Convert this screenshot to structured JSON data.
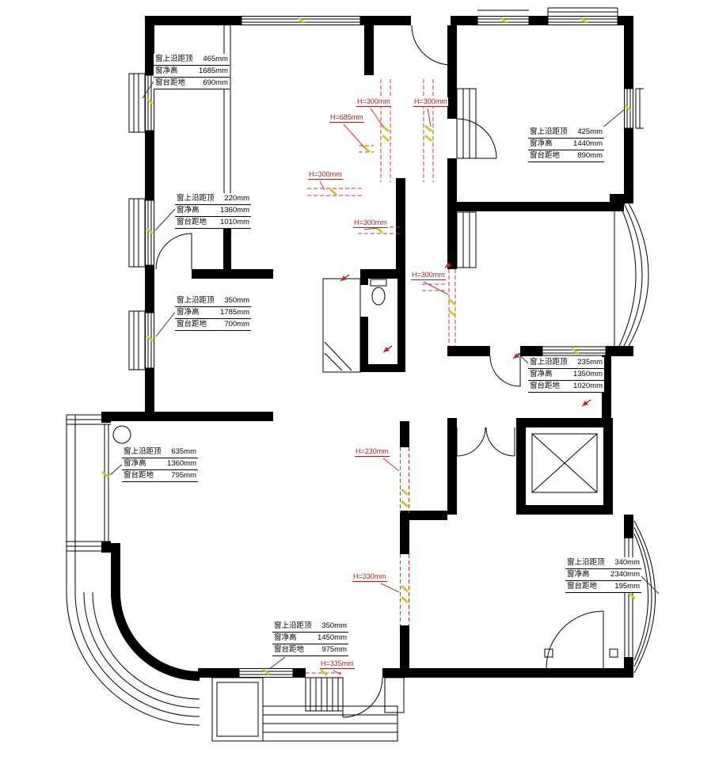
{
  "colors": {
    "wall": "#000000",
    "beam_dash": "#cc3333",
    "beam_label_text": "#9b1f1f",
    "highlight_tick": "#c9c929"
  },
  "window_annotations": [
    {
      "id": "top-left",
      "rows": [
        {
          "label": "窗上沿距顶",
          "value": "465mm"
        },
        {
          "label": "窗净高",
          "value": "1685mm"
        },
        {
          "label": "窗台距地",
          "value": "690mm"
        }
      ]
    },
    {
      "id": "left-upper",
      "rows": [
        {
          "label": "窗上沿距顶",
          "value": "220mm"
        },
        {
          "label": "窗净高",
          "value": "1360mm"
        },
        {
          "label": "窗台距地",
          "value": "1010mm"
        }
      ]
    },
    {
      "id": "left-middle",
      "rows": [
        {
          "label": "窗上沿距顶",
          "value": "350mm"
        },
        {
          "label": "窗净高",
          "value": "1785mm"
        },
        {
          "label": "窗台距地",
          "value": "700mm"
        }
      ]
    },
    {
      "id": "left-lower",
      "rows": [
        {
          "label": "窗上沿距顶",
          "value": "635mm"
        },
        {
          "label": "窗净高",
          "value": "1360mm"
        },
        {
          "label": "窗台距地",
          "value": "795mm"
        }
      ]
    },
    {
      "id": "top-right",
      "rows": [
        {
          "label": "窗上沿距顶",
          "value": "425mm"
        },
        {
          "label": "窗净高",
          "value": "1440mm"
        },
        {
          "label": "窗台距地",
          "value": "890mm"
        }
      ]
    },
    {
      "id": "right-middle",
      "rows": [
        {
          "label": "窗上沿距顶",
          "value": "235mm"
        },
        {
          "label": "窗净高",
          "value": "1350mm"
        },
        {
          "label": "窗台距地",
          "value": "1020mm"
        }
      ]
    },
    {
      "id": "bottom-right",
      "rows": [
        {
          "label": "窗上沿距顶",
          "value": "340mm"
        },
        {
          "label": "窗净高",
          "value": "2340mm"
        },
        {
          "label": "窗台距地",
          "value": "195mm"
        }
      ]
    },
    {
      "id": "bottom-center",
      "rows": [
        {
          "label": "窗上沿距顶",
          "value": "350mm"
        },
        {
          "label": "窗净高",
          "value": "1450mm"
        },
        {
          "label": "窗台距地",
          "value": "975mm"
        }
      ]
    }
  ],
  "beam_labels": [
    {
      "id": "entry-left",
      "text": "H=300mm"
    },
    {
      "id": "entry-right",
      "text": "H=300mm"
    },
    {
      "id": "entry-beam",
      "text": "H=685mm"
    },
    {
      "id": "mid-left",
      "text": "H=300mm"
    },
    {
      "id": "mid-center",
      "text": "H=300mm"
    },
    {
      "id": "mid-right",
      "text": "H=300mm"
    },
    {
      "id": "living-pass",
      "text": "H=230mm"
    },
    {
      "id": "south-pass",
      "text": "H=330mm"
    },
    {
      "id": "stair-beam",
      "text": "H=335mm"
    }
  ]
}
